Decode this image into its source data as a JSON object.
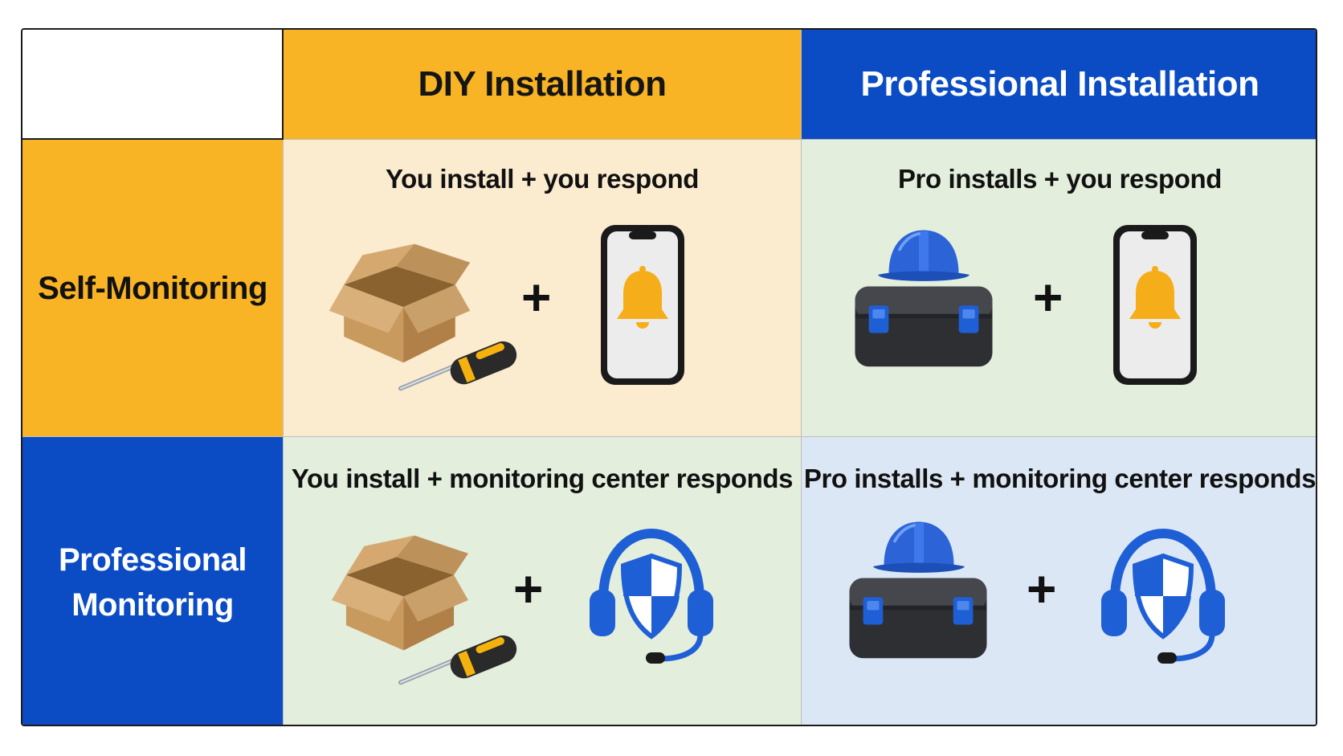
{
  "columns": {
    "diy": "DIY Installation",
    "pro": "Professional Installation"
  },
  "rows": {
    "self": "Self-Monitoring",
    "pro_line1": "Professional",
    "pro_line2": "Monitoring"
  },
  "cells": {
    "self_diy": "You install + you respond",
    "self_pro": "Pro installs + you respond",
    "prom_diy": "You install + monitoring center responds",
    "prom_pro": "Pro installs + monitoring center responds"
  },
  "plus_sign": "+",
  "icons": [
    "box-icon",
    "screwdriver-icon",
    "phone-bell-icon",
    "hard-hat-icon",
    "toolbox-icon",
    "headset-shield-icon"
  ],
  "colors": {
    "diy_yellow": "#f8b424",
    "pro_blue": "#0b4cc4",
    "cream": "#fbebcf",
    "green": "#e3eedc",
    "light_blue": "#dce7f5"
  }
}
